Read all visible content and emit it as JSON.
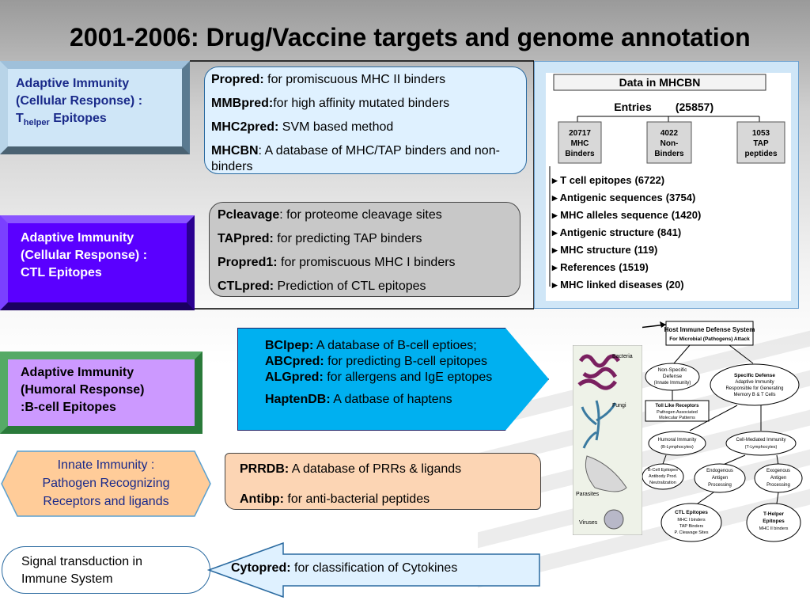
{
  "title": "2001-2006: Drug/Vaccine targets and genome annotation",
  "categories": {
    "thelper": {
      "line1": "Adaptive Immunity",
      "line2": "(Cellular Response) :",
      "prefix": "T",
      "sub": "helper",
      "suffix": " Epitopes"
    },
    "ctl": {
      "line1": "Adaptive Immunity",
      "line2": "(Cellular Response) :",
      "line3": "CTL Epitopes"
    },
    "bcell": {
      "line1": "Adaptive Immunity",
      "line2": "(Humoral Response)",
      "line3": ":B-cell Epitopes"
    },
    "innate": {
      "line1": "Innate Immunity :",
      "line2": "Pathogen Recognizing",
      "line3": "Receptors and ligands"
    },
    "signal": {
      "line1": "Signal transduction in",
      "line2": "Immune System"
    }
  },
  "tools": {
    "thelper": [
      {
        "name": "Propred:",
        "desc": " for promiscuous MHC II binders"
      },
      {
        "name": "MMBpred:",
        "desc": "for high affinity mutated binders"
      },
      {
        "name": "MHC2pred:",
        "desc": " SVM based method"
      },
      {
        "name": "MHCBN",
        "desc": ": A database of MHC/TAP binders and non-binders"
      }
    ],
    "ctl": [
      {
        "name": "Pcleavage",
        "desc": ": for proteome cleavage sites"
      },
      {
        "name": "TAPpred:",
        "desc": " for predicting TAP binders"
      },
      {
        "name": "Propred1:",
        "desc": " for promiscuous MHC I binders"
      },
      {
        "name": "CTLpred:",
        "desc": " Prediction of CTL epitopes"
      }
    ],
    "bcell": [
      {
        "name": "BCIpep:",
        "desc": " A database of B-cell eptioes;"
      },
      {
        "name": "ABCpred:",
        "desc": " for predicting B-cell epitopes"
      },
      {
        "name": "ALGpred:",
        "desc": " for allergens and IgE eptopes"
      },
      {
        "name": "HaptenDB:",
        "desc": " A datbase of haptens"
      }
    ],
    "innate": [
      {
        "name": "PRRDB:",
        "desc": " A database of PRRs & ligands"
      },
      {
        "name": "Antibp:",
        "desc": " for anti-bacterial peptides"
      }
    ],
    "signal": [
      {
        "name": "Cytopred:",
        "desc": " for classification of Cytokines"
      }
    ]
  },
  "mhcbn": {
    "header": "Data in MHCBN",
    "entries_label": "Entries",
    "entries_count": "(25857)",
    "boxes": [
      {
        "line1": "20717",
        "line2": "MHC",
        "line3": "Binders"
      },
      {
        "line1": "4022",
        "line2": "Non-",
        "line3": "Binders"
      },
      {
        "line1": "1053",
        "line2": "TAP",
        "line3": "peptides"
      }
    ],
    "list": [
      {
        "label": "T cell epitopes",
        "count": "(6722)"
      },
      {
        "label": "Antigenic sequences",
        "count": "(3754)"
      },
      {
        "label": "MHC alleles sequence",
        "count": "(1420)"
      },
      {
        "label": "Antigenic structure",
        "count": "(841)"
      },
      {
        "label": "MHC structure",
        "count": "(119)"
      },
      {
        "label": "References",
        "count": "(1519)"
      },
      {
        "label": "MHC linked diseases",
        "count": "(20)"
      }
    ]
  },
  "flowchart": {
    "top_line1": "Host Immune Defense System",
    "top_line2": "For Microbial (Pathogens) Attack",
    "nonspec_l1": "Non-Specific",
    "nonspec_l2": "Defense",
    "nonspec_l3": "(Innate Immunity)",
    "spec_l1": "Specific Defense",
    "spec_l2": "Adaptive Immunity",
    "spec_l3": "Responsible for Generating",
    "spec_l4": "Memory B & T Cells",
    "tlr_l1": "Toll Like Receptors",
    "tlr_l2": "Pathogen Associated",
    "tlr_l3": "Molecular Patterns",
    "humoral_l1": "Humoral Immunity",
    "humoral_l2": "(B-Lymphocytes)",
    "cell_l1": "Cell-Mediated Immunity",
    "cell_l2": "(T-Lymphocytes)",
    "bcellep_l1": "B-Cell Epitopes",
    "bcellep_l2": "Antibody Prod.",
    "bcellep_l3": "Neutralization",
    "endo_l1": "Endogenous",
    "endo_l2": "Antigen",
    "endo_l3": "Processing",
    "exo_l1": "Exogenous",
    "exo_l2": "Antigen",
    "exo_l3": "Processing",
    "ctl_l1": "CTL Epitopes",
    "ctl_l2": "MHC I binders",
    "ctl_l3": "TAP Binders",
    "ctl_l4": "P. Cleavage Sites",
    "th_l1": "T-Helper",
    "th_l2": "Epitopes",
    "th_l3": "MHC II binders"
  },
  "pathogens": {
    "bacteria": "Bacteria",
    "fungi": "Fungi",
    "parasites": "Parasites",
    "viruses": "Viruses"
  },
  "colors": {
    "thelper_face": "#cfe6f7",
    "ctl_face": "#5a00ff",
    "bcell_face": "#cc99ff",
    "innate_face": "#ffcc99",
    "tool_blue": "#dff1ff",
    "tool_grey": "#c8c8c8",
    "tool_cyan": "#00b0f0",
    "tool_orange": "#fcd5b4"
  }
}
